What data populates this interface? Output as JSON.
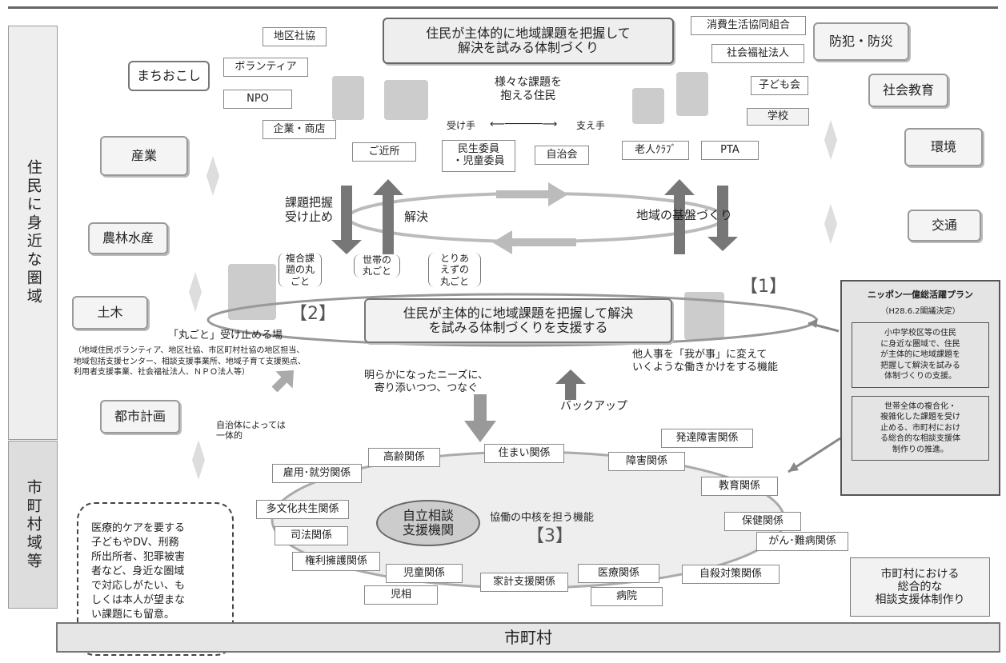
{
  "side_labels": {
    "upper": "住民に身近な圏域",
    "lower": "市町村域等"
  },
  "top_title": "住民が主体的に地域課題を把握して\n解決を試みる体制づくり",
  "actors": {
    "chiku_shakyo": "地区社協",
    "machiokoshi": "まちおこし",
    "volunteer": "ボランティア",
    "npo": "NPO",
    "kigyo": "企業・商店",
    "shohi": "消費生活協同組合",
    "shakai_fukushi": "社会福祉法人",
    "kodomokai": "子ども会",
    "gakko": "学校",
    "kinjo": "ご近所",
    "minsei": "民生委員\n・児童委員",
    "jichikai": "自治会",
    "rojin": "老人ｸﾗﾌﾞ",
    "pta": "PTA"
  },
  "fields_left": {
    "sangyo": "産業",
    "norin": "農林水産",
    "doboku": "土木",
    "toshi": "都市計画"
  },
  "fields_right": {
    "bohan": "防犯・防災",
    "shakai_kyoiku": "社会教育",
    "kankyo": "環境",
    "kotsu": "交通"
  },
  "residents": {
    "kadai_label": "様々な課題を\n抱える住民",
    "ukete": "受け手",
    "sasaete": "支え手"
  },
  "cycle": {
    "haaku": "課題把握\n受け止め",
    "kaiketsu": "解決",
    "kiban": "地域の基盤づくり"
  },
  "marugoto": {
    "fukugo": "複合課\n題の丸\nごと",
    "setai": "世帯の\n丸ごと",
    "toriaezu": "とりあ\nえずの\n丸ごと"
  },
  "num1": "【1】",
  "num2": "【2】",
  "num3": "【3】",
  "support_title": "住民が主体的に地域課題を把握して解決\nを試みる体制づくりを支援する",
  "tanin": "他人事を「我が事」に変えて\nいくような働きかけをする機能",
  "marugoto_place": "「丸ごと」受け止める場",
  "marugoto_examples": "（地域住民ボランティア、地区社協、市区町村社協の地区担当、\n地域包括支援センター、相談支援事業所、地域子育て支援拠点、\n利用者支援事業、社会福祉法人、ＮＰＯ法人等）",
  "needs": "明らかになったニーズに、\n寄り添いつつ、つなぐ",
  "backup": "バックアップ",
  "jichitai": "自治体によっては\n一体的",
  "plan": {
    "title": "ニッポン一億総活躍プラン",
    "date": "（H28.6.2閣議決定）",
    "text1": "小中学校区等の住民\nに身近な圏域で、住民\nが主体的に地域課題を\n把握して解決を試みる\n体制づくりの支援。",
    "text2": "世帯全体の複合化・\n複雑化した課題を受け\n止める、市町村におけ\nる総合的な相談支援体\n制作りの推進。"
  },
  "center": "自立相談\n支援機関",
  "kyodo": "協働の中核を担う機能",
  "domains": {
    "korei": "高齢関係",
    "sumai": "住まい関係",
    "hattatsu": "発達障害関係",
    "shogai": "障害関係",
    "koyo": "雇用･就労関係",
    "kyoiku": "教育関係",
    "tabunka": "多文化共生関係",
    "shiho": "司法関係",
    "hoken": "保健関係",
    "gan": "がん･難病関係",
    "kenri": "権利擁護関係",
    "jido": "児童関係",
    "kakei": "家計支援関係",
    "iryo": "医療関係",
    "jisatsu": "自殺対策関係",
    "jiso": "児相",
    "byoin": "病院"
  },
  "note": "医療的ケアを要する\n子どもやDV、刑務\n所出所者、犯罪被害\n者など、身近な圏域\nで対応しがたい、も\nしくは本人が望まな\nい課題にも留意。",
  "shichoson_sogo": "市町村における\n総合的な\n相談支援体制作り",
  "bottom_bar": "市町村"
}
